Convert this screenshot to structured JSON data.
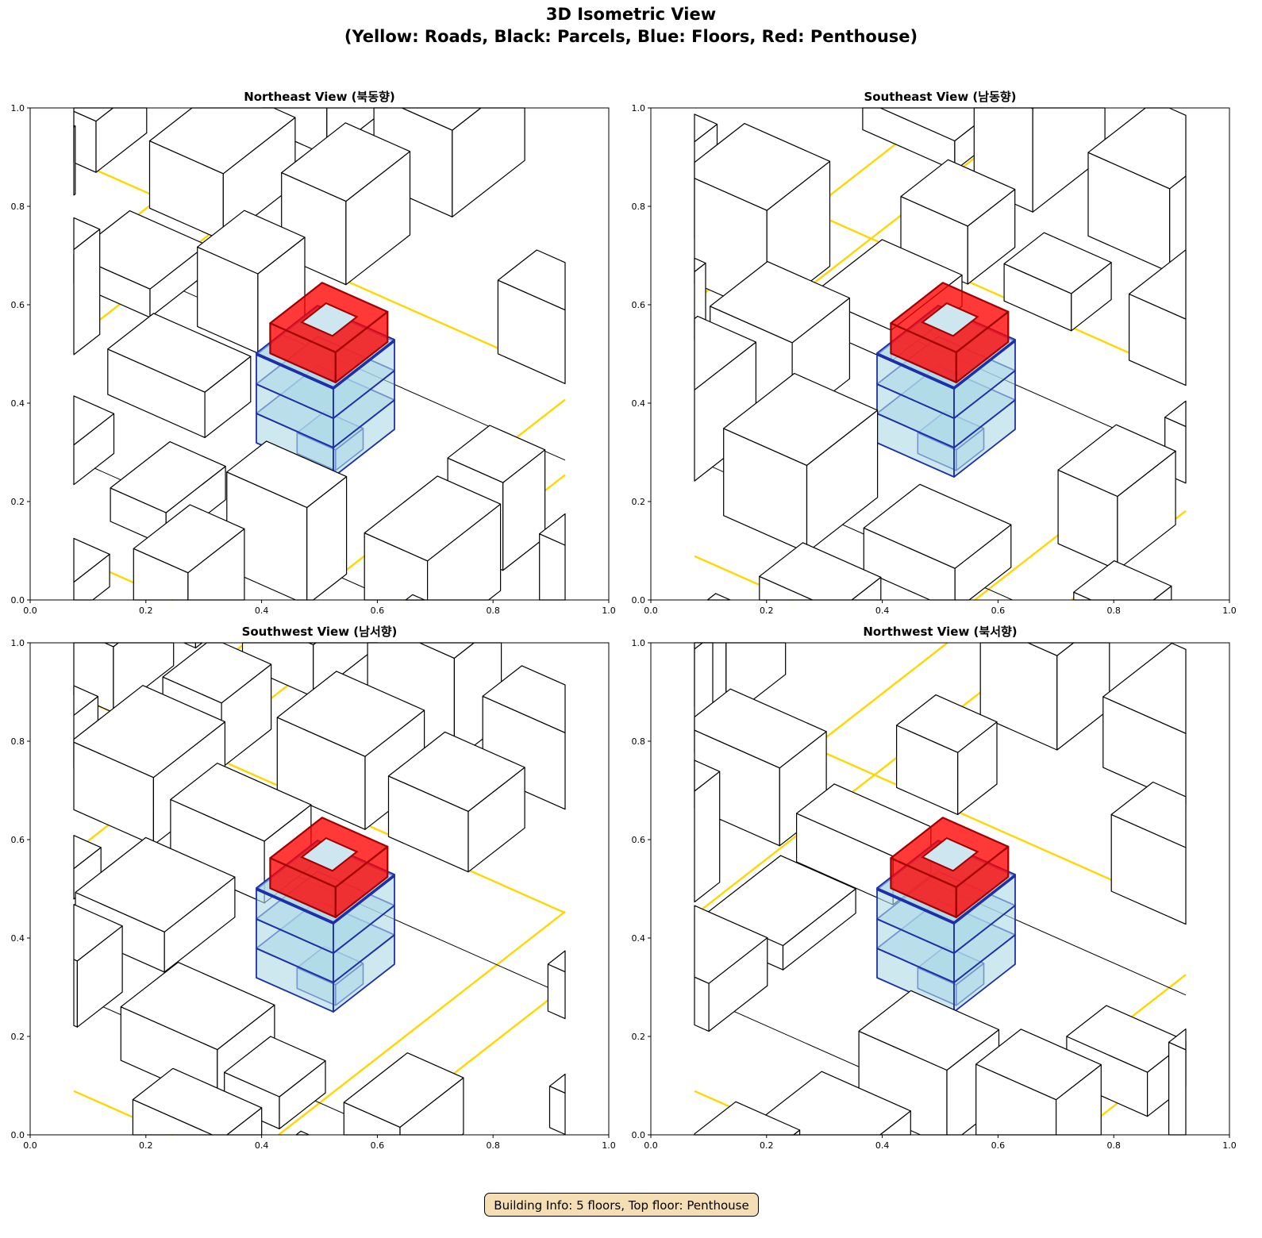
{
  "title": {
    "line1": "3D Isometric View",
    "line2": "(Yellow: Roads, Black: Parcels, Blue: Floors, Red: Penthouse)"
  },
  "panels": [
    {
      "title": "Northeast View (북동향)"
    },
    {
      "title": "Southeast View (남동향)"
    },
    {
      "title": "Southwest View (남서향)"
    },
    {
      "title": "Northwest View (북서향)"
    }
  ],
  "axis": {
    "xticks": [
      "0.0",
      "0.2",
      "0.4",
      "0.6",
      "0.8",
      "1.0"
    ],
    "yticks": [
      "0.0",
      "0.2",
      "0.4",
      "0.6",
      "0.8",
      "1.0"
    ]
  },
  "colors": {
    "road": "#ffd700",
    "parcel": "#000000",
    "floor": "#add8e6",
    "floor_edge": "#1f2fa8",
    "penthouse": "#ff0000"
  },
  "building": {
    "floors": 5
  },
  "footer": "Building Info: 5 floors, Top floor: Penthouse"
}
